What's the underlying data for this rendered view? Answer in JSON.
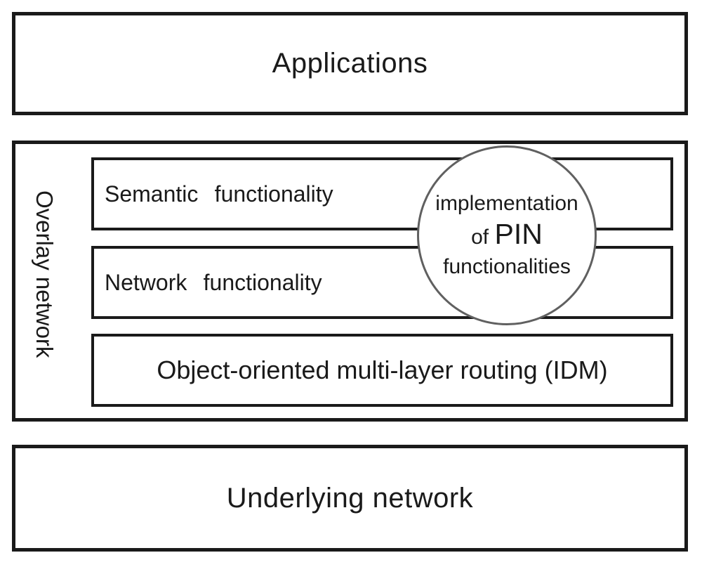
{
  "figure": {
    "applications_label": "Applications",
    "overlay": {
      "side_label": "Overlay network",
      "boxes": [
        {
          "label": "Semantic functionality"
        },
        {
          "label": "Network functionality"
        },
        {
          "label": "Object-oriented multi-layer routing (IDM)"
        }
      ],
      "circle": {
        "line1": "implementation",
        "of": "of",
        "acronym": "PIN",
        "line3": "functionalities"
      }
    },
    "underlying_label": "Underlying network"
  },
  "colors": {
    "background": "#ffffff",
    "border": "#1a1a1a",
    "circle_border": "#606060",
    "text": "#1a1a1a"
  }
}
